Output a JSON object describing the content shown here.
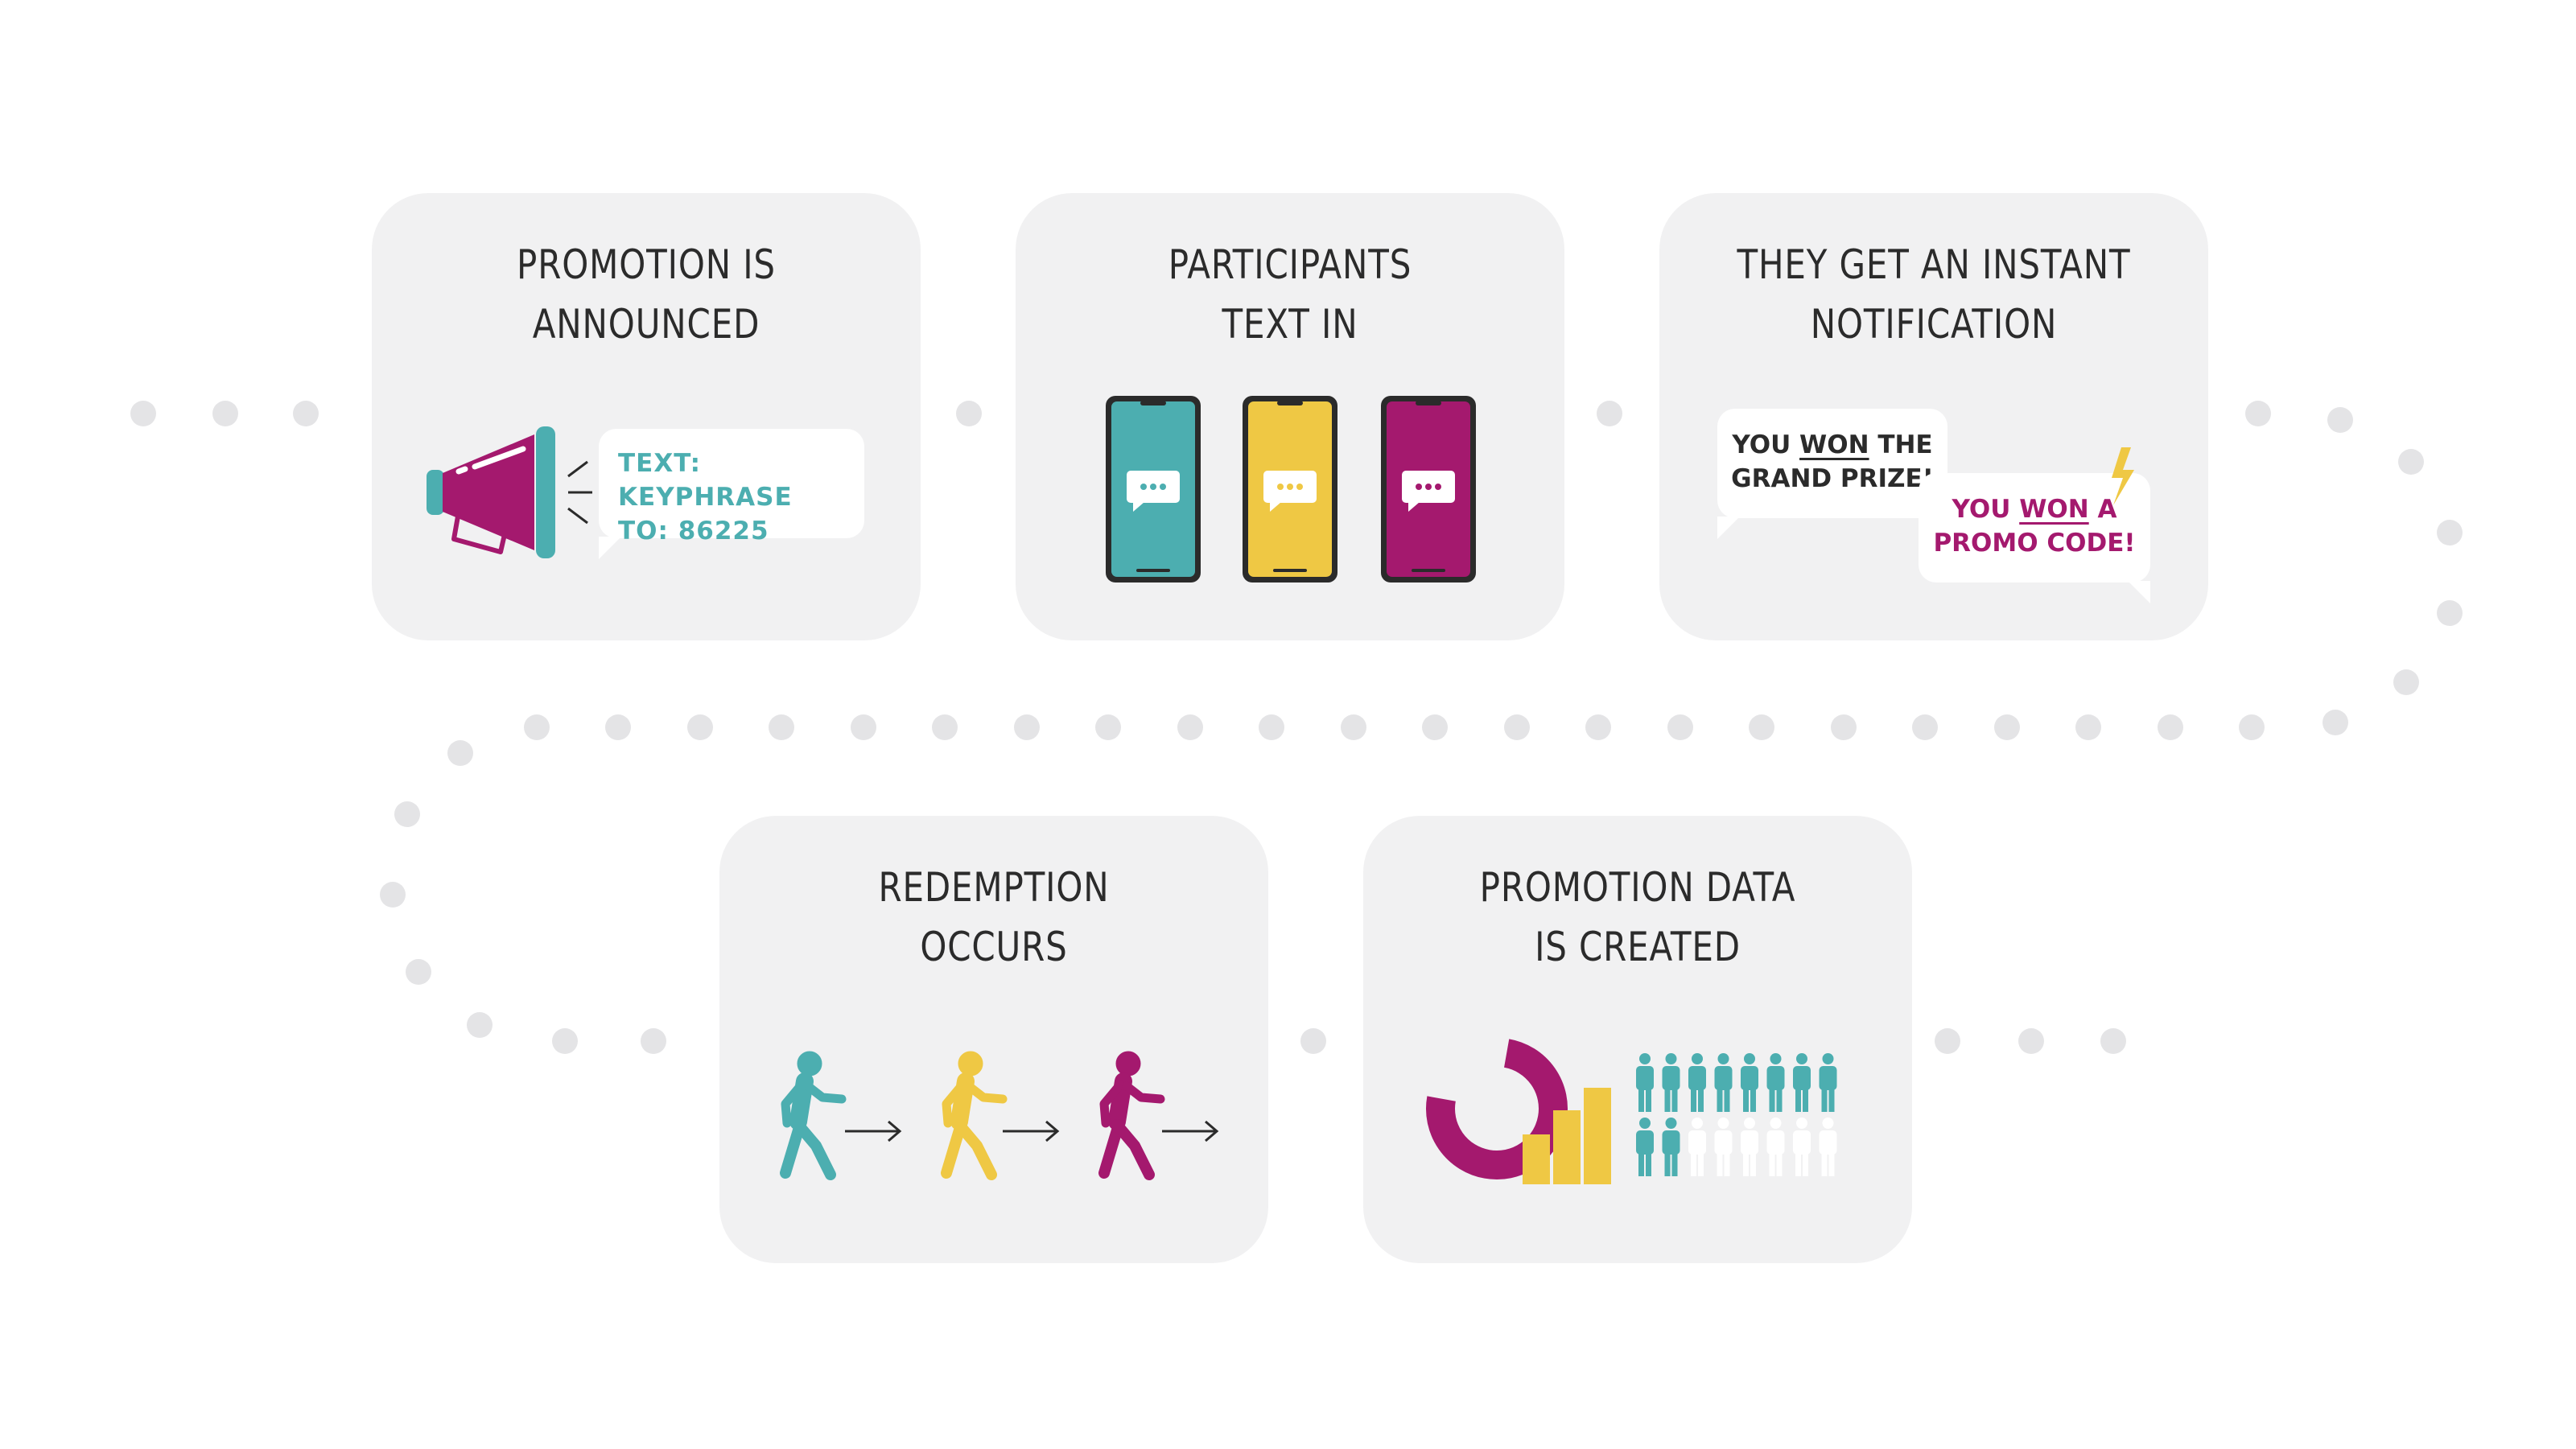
{
  "steps": [
    {
      "title_line1": "PROMOTION IS",
      "title_line2": "ANNOUNCED",
      "bubble_line1": "TEXT: KEYPHRASE",
      "bubble_line2": "TO: 86225"
    },
    {
      "title_line1": "PARTICIPANTS",
      "title_line2": "TEXT IN"
    },
    {
      "title_line1": "THEY GET AN INSTANT",
      "title_line2": "NOTIFICATION",
      "bubble_a": {
        "pre": "YOU ",
        "emph": "WON",
        "post": " THE",
        "line2": "GRAND PRIZE!"
      },
      "bubble_b": {
        "pre": "YOU ",
        "emph": "WON",
        "post": " A",
        "line2": "PROMO CODE!"
      }
    },
    {
      "title_line1": "REDEMPTION",
      "title_line2": "OCCURS"
    },
    {
      "title_line1": "PROMOTION DATA",
      "title_line2": "IS CREATED",
      "people_highlighted_row2": 2,
      "people_per_row": 8
    }
  ],
  "icons": [
    "megaphone-icon",
    "phone-chat-icon",
    "lightning-icon",
    "walking-person-icon",
    "arrow-right-icon",
    "donut-chart-icon",
    "bar-chart-icon",
    "person-icon"
  ],
  "colors": {
    "teal": "#4caeb0",
    "yellow": "#efc844",
    "magenta": "#a4196e",
    "card": "#f1f1f2",
    "dot": "#e4e4e6",
    "text": "#2b2b2b"
  }
}
